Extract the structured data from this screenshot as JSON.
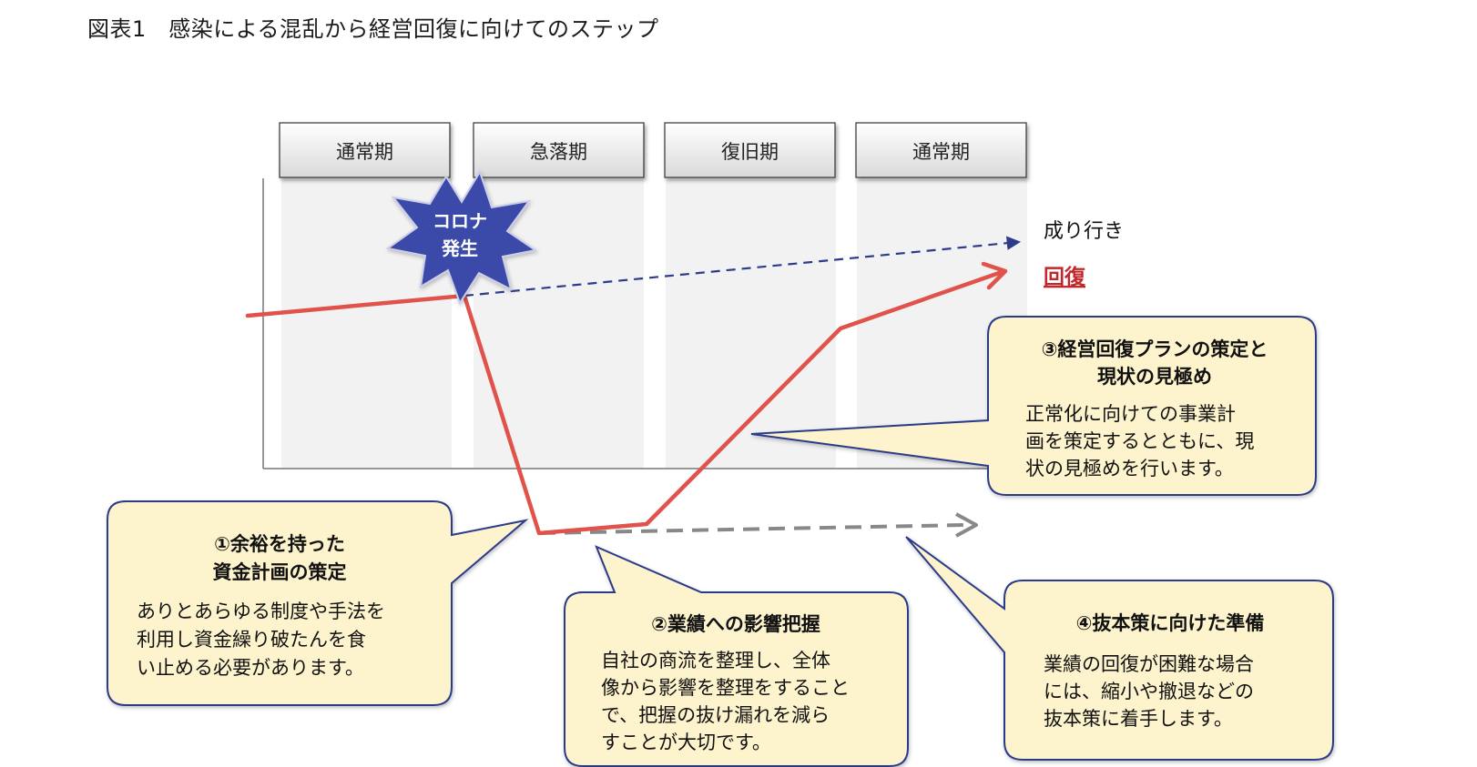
{
  "title": "図表1　感染による混乱から経営回復に向けてのステップ",
  "phases": [
    "通常期",
    "急落期",
    "復旧期",
    "通常期"
  ],
  "corona": [
    "コロナ",
    "発生"
  ],
  "labels": {
    "trend": "成り行き",
    "recovery": "回復"
  },
  "bubbles": {
    "b1": {
      "title": [
        "①余裕を持った",
        "資金計画の策定"
      ],
      "body": [
        "ありとあらゆる制度や手法を",
        "利用し資金繰り破たんを食",
        "い止める必要があります。"
      ]
    },
    "b2": {
      "title": [
        "②業績への影響把握"
      ],
      "body": [
        "自社の商流を整理し、全体",
        "像から影響を整理をすること",
        "で、把握の抜け漏れを減ら",
        "すことが大切です。"
      ]
    },
    "b3": {
      "title": [
        "③経営回復プランの策定と",
        "現状の見極め"
      ],
      "body": [
        "正常化に向けての事業計",
        "画を策定するとともに、現",
        "状の見極めを行います。"
      ]
    },
    "b4": {
      "title": [
        "④抜本策に向けた準備"
      ],
      "body": [
        "業績の回復が困難な場合",
        "には、縮小や撤退などの",
        "抜本策に着手します。"
      ]
    }
  },
  "colors": {
    "main_line": "#e0524a",
    "trend_line": "#2e3a8c",
    "decline_line": "#888888",
    "bubble_fill": "#fdf3cc",
    "bubble_stroke": "#2c3a8a",
    "corona_fill": "#3a4aa8",
    "phase_column": "#f2f2f2",
    "recovery_text": "#c0282c"
  }
}
